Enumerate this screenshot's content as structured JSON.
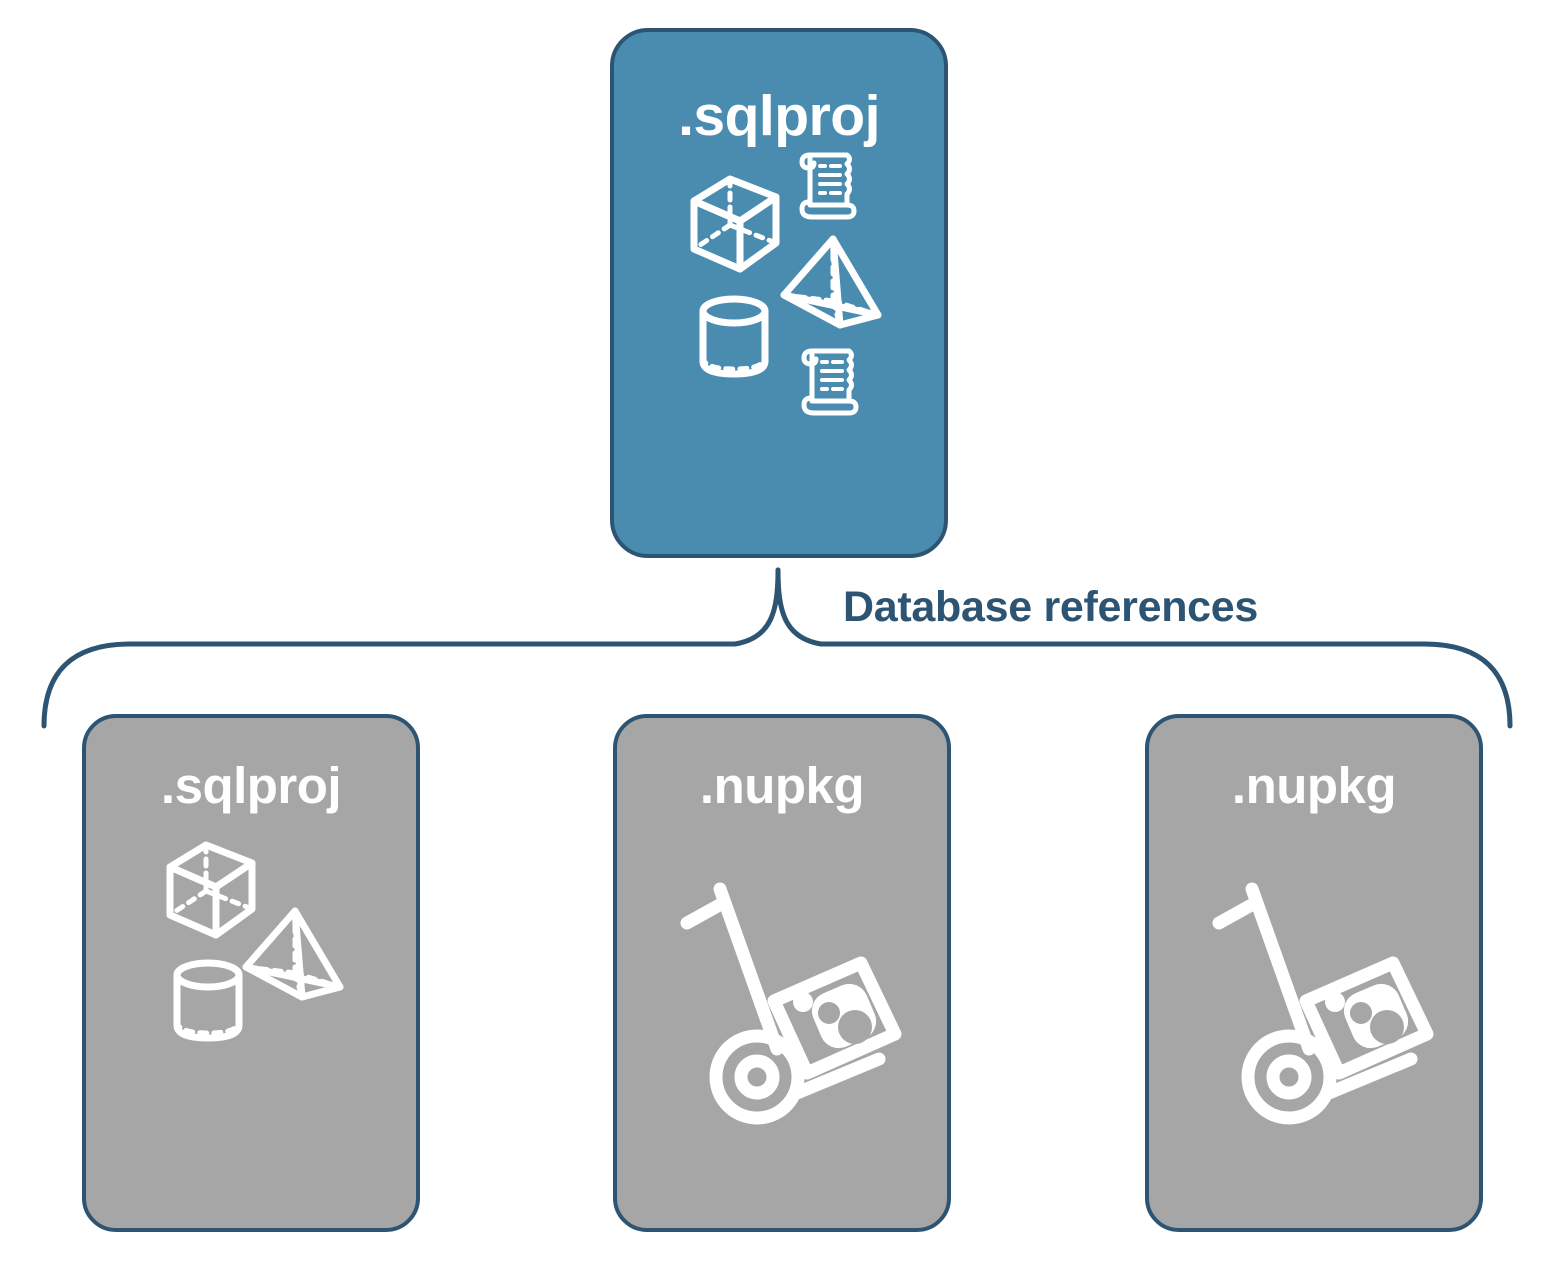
{
  "diagram": {
    "title": "Database references",
    "type": "hierarchy",
    "colors": {
      "root_fill": "#4a8cb0",
      "leaf_fill": "#a6a6a6",
      "border": "#2d5573",
      "label_text": "#2d5573",
      "node_text": "#ffffff",
      "background": "#ffffff"
    }
  },
  "root": {
    "label": ".sqlproj",
    "icons": [
      "cube-icon",
      "scroll-icon",
      "pyramid-icon",
      "cylinder-icon",
      "scroll-icon"
    ]
  },
  "connector": {
    "label": "Database references",
    "style": "curly-brace",
    "icon_name": "brace-connector"
  },
  "children": [
    {
      "label": ".sqlproj",
      "kind": "sqlproj",
      "icons": [
        "cube-icon",
        "pyramid-icon",
        "cylinder-icon"
      ]
    },
    {
      "label": ".nupkg",
      "kind": "nupkg",
      "icons": [
        "nuget-package-dolly-icon"
      ]
    },
    {
      "label": ".nupkg",
      "kind": "nupkg",
      "icons": [
        "nuget-package-dolly-icon"
      ]
    }
  ]
}
